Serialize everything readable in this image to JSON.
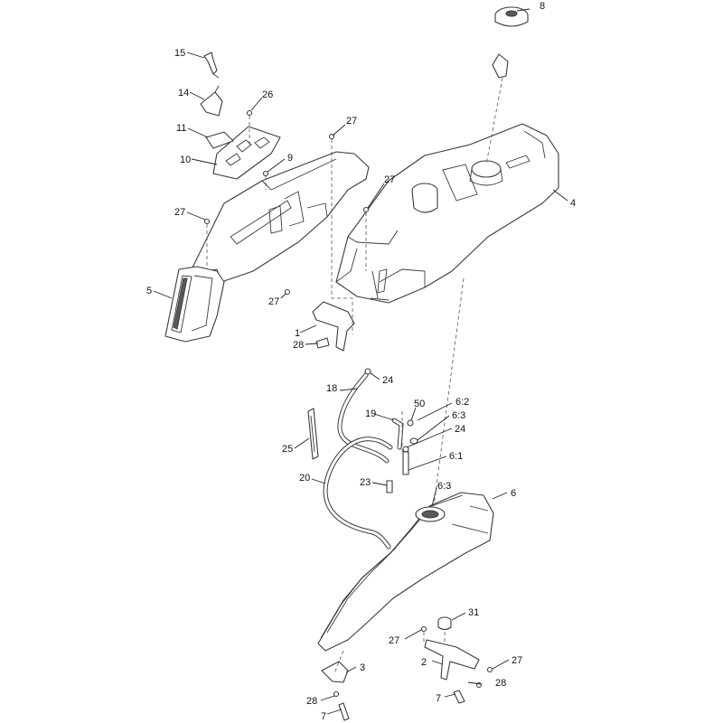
{
  "callouts": [
    {
      "id": "c15",
      "text": "15"
    },
    {
      "id": "c14",
      "text": "14"
    },
    {
      "id": "c26",
      "text": "26"
    },
    {
      "id": "c11",
      "text": "11"
    },
    {
      "id": "c10",
      "text": "10"
    },
    {
      "id": "c9",
      "text": "9"
    },
    {
      "id": "c27a",
      "text": "27"
    },
    {
      "id": "c27b",
      "text": "27"
    },
    {
      "id": "c27c",
      "text": "27"
    },
    {
      "id": "c5",
      "text": "5"
    },
    {
      "id": "c27d",
      "text": "27"
    },
    {
      "id": "c1",
      "text": "1"
    },
    {
      "id": "c28a",
      "text": "28"
    },
    {
      "id": "c8",
      "text": "8"
    },
    {
      "id": "c4",
      "text": "4"
    },
    {
      "id": "c18",
      "text": "18"
    },
    {
      "id": "c24a",
      "text": "24"
    },
    {
      "id": "c50",
      "text": "50"
    },
    {
      "id": "c62",
      "text": "6:2"
    },
    {
      "id": "c19",
      "text": "19"
    },
    {
      "id": "c63a",
      "text": "6:3"
    },
    {
      "id": "c24b",
      "text": "24"
    },
    {
      "id": "c25",
      "text": "25"
    },
    {
      "id": "c61",
      "text": "6:1"
    },
    {
      "id": "c20",
      "text": "20"
    },
    {
      "id": "c23",
      "text": "23"
    },
    {
      "id": "c63b",
      "text": "6:3"
    },
    {
      "id": "c6",
      "text": "6"
    },
    {
      "id": "c31",
      "text": "31"
    },
    {
      "id": "c27e",
      "text": "27"
    },
    {
      "id": "c27f",
      "text": "27"
    },
    {
      "id": "c2",
      "text": "2"
    },
    {
      "id": "c3",
      "text": "3"
    },
    {
      "id": "c28b",
      "text": "28"
    },
    {
      "id": "c28c",
      "text": "28"
    },
    {
      "id": "c7a",
      "text": "7"
    },
    {
      "id": "c7b",
      "text": "7"
    }
  ]
}
